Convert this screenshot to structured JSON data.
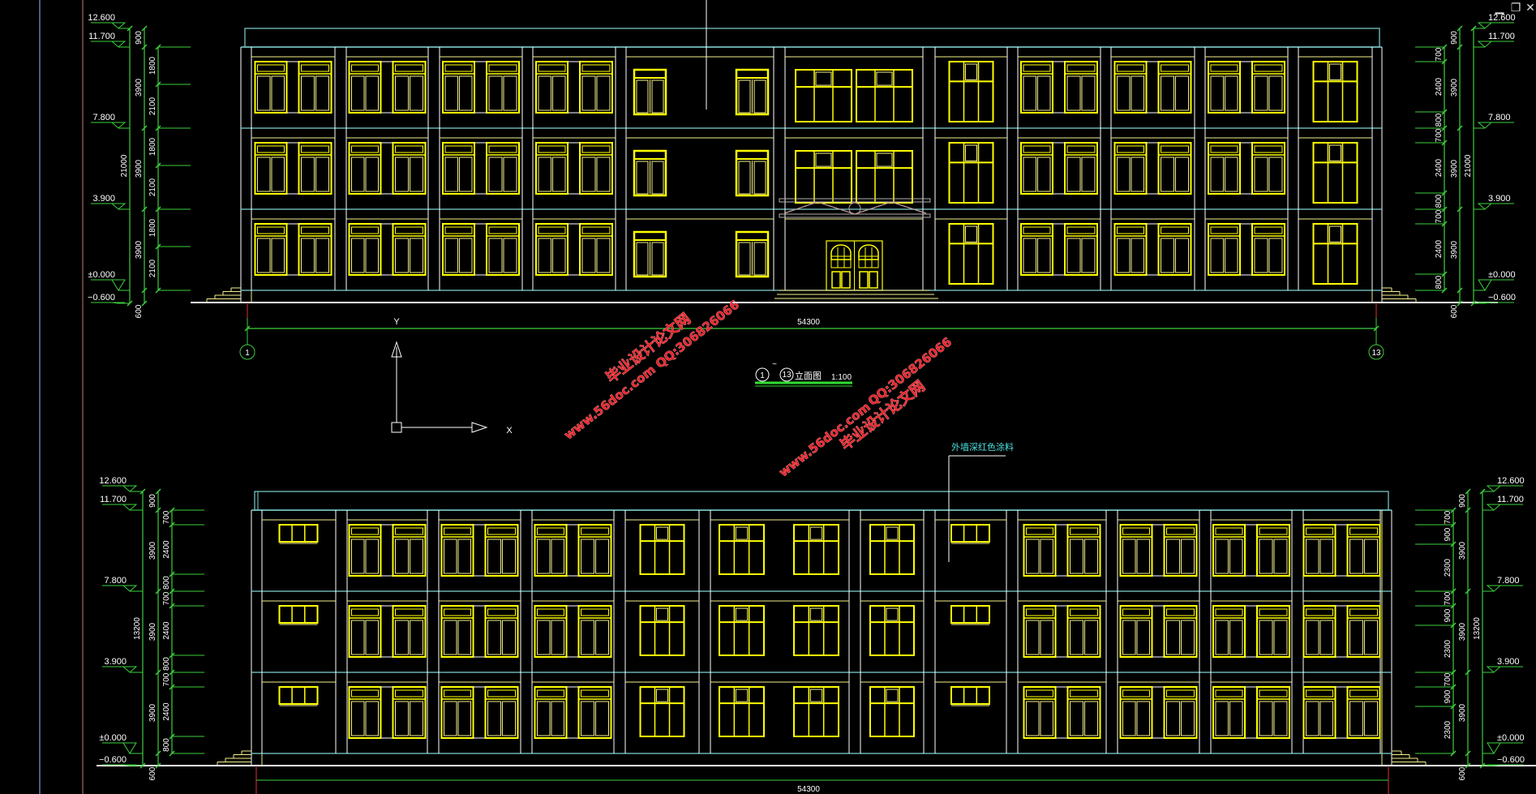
{
  "window_controls": {
    "minimize_icon": "minimize-icon",
    "restore_icon": "restore-icon",
    "close_icon": "close-icon"
  },
  "colors": {
    "background": "#000000",
    "wall": "#ffffff",
    "window": "#ffff00",
    "floor_line": "#7fd3d3",
    "dimension": "#3ccf3c",
    "watermark": "#e8262e",
    "annotation": "#4fe0e0"
  },
  "elevation_top": {
    "levels_left": [
      "12.600",
      "11.700",
      "7.800",
      "3.900",
      "±0.000",
      "−0.600"
    ],
    "levels_right": [
      "12.600",
      "11.700",
      "7.800",
      "3.900",
      "±0.000",
      "−0.600"
    ],
    "dims_left_outer": [
      "21000"
    ],
    "dims_left_middle": [
      "900",
      "3900",
      "3900",
      "3900",
      "600"
    ],
    "dims_left_inner": [
      "1800",
      "2100",
      "1800",
      "2100",
      "1800",
      "2100"
    ],
    "dims_right_inner": [
      "700",
      "2400",
      "800",
      "700",
      "2400",
      "800",
      "700",
      "2400",
      "800"
    ],
    "dims_right_middle": [
      "900",
      "3900",
      "3900",
      "3900",
      "600"
    ],
    "dims_right_outer": [
      "21000"
    ],
    "overall_width": "54300",
    "axis_start": "1",
    "axis_end": "13"
  },
  "title": {
    "axis_from": "1",
    "tilde": "~",
    "axis_to": "13",
    "name": "立面图",
    "scale": "1:100"
  },
  "ucs": {
    "x_label": "X",
    "y_label": "Y"
  },
  "annotation": "外墙深红色涂料",
  "watermarks": [
    {
      "site": "毕业设计论文网",
      "url": "www.56doc.com",
      "qq": "QQ:306826066"
    },
    {
      "site": "毕业设计论文网",
      "url": "www.56doc.com",
      "qq": "QQ:306826066"
    }
  ],
  "elevation_bottom": {
    "levels_left": [
      "12.600",
      "11.700",
      "7.800",
      "3.900",
      "±0.000",
      "−0.600"
    ],
    "levels_right": [
      "12.600",
      "11.700",
      "7.800",
      "3.900",
      "±0.000",
      "−0.600"
    ],
    "dims_left_outer": [
      "13200"
    ],
    "dims_left_middle": [
      "900",
      "3900",
      "3900",
      "3900",
      "600"
    ],
    "dims_left_inner": [
      "700",
      "2400",
      "800",
      "700",
      "2400",
      "800",
      "700",
      "2400",
      "800"
    ],
    "dims_right_inner": [
      "700",
      "900",
      "2300",
      "700",
      "900",
      "2300",
      "700",
      "900",
      "2300"
    ],
    "dims_right_middle": [
      "900",
      "3900",
      "3900",
      "3900",
      "600"
    ],
    "dims_right_outer": [
      "13200"
    ],
    "overall_width": "54300"
  }
}
